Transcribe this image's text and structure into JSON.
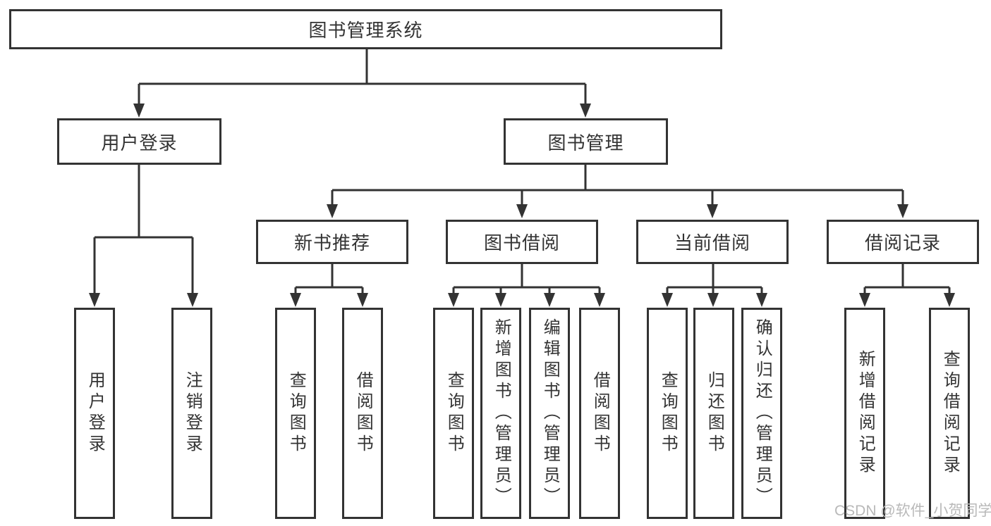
{
  "diagram": {
    "root": {
      "label": "图书管理系统"
    },
    "branches": [
      {
        "label": "用户登录",
        "children": [
          {
            "label": "用户登录"
          },
          {
            "label": "注销登录"
          }
        ]
      },
      {
        "label": "图书管理",
        "children": [
          {
            "label": "新书推荐",
            "children": [
              {
                "label": "查询图书"
              },
              {
                "label": "借阅图书"
              }
            ]
          },
          {
            "label": "图书借阅",
            "children": [
              {
                "label": "查询图书"
              },
              {
                "label": "新增图书（管理员）"
              },
              {
                "label": "编辑图书（管理员）"
              },
              {
                "label": "借阅图书"
              }
            ]
          },
          {
            "label": "当前借阅",
            "children": [
              {
                "label": "查询图书"
              },
              {
                "label": "归还图书"
              },
              {
                "label": "确认归还（管理员）"
              }
            ]
          },
          {
            "label": "借阅记录",
            "children": [
              {
                "label": "新增借阅记录"
              },
              {
                "label": "查询借阅记录"
              }
            ]
          }
        ]
      }
    ]
  },
  "watermark": {
    "text": "CSDN @软件_小贺同学"
  },
  "colors": {
    "line": "#333333",
    "box_border": "#333333",
    "text": "#333333",
    "watermark": "#b9b9b9",
    "background": "#ffffff"
  }
}
